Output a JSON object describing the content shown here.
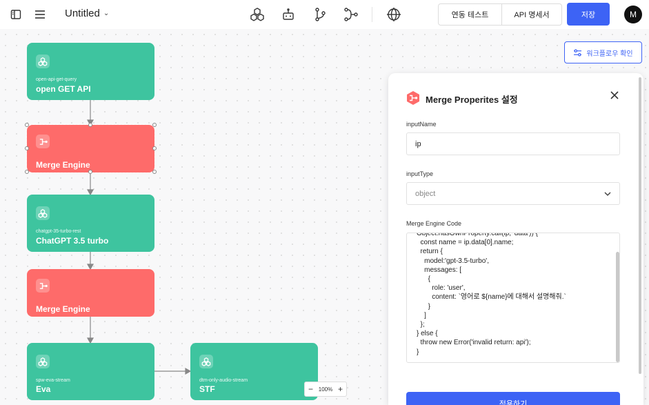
{
  "header": {
    "title": "Untitled",
    "test_button": "연동 테스트",
    "api_spec_button": "API 명세서",
    "save_button": "저장",
    "avatar_initial": "M"
  },
  "canvas": {
    "workflow_check": "워크플로우 확인",
    "zoom": "100%",
    "zoom_out": "−",
    "zoom_in": "+",
    "nodes": [
      {
        "sub": "open-api-get-query",
        "name": "open GET API"
      },
      {
        "sub": "",
        "name": "Merge Engine"
      },
      {
        "sub": "chatgpt-35-turbo-rest",
        "name": "ChatGPT 3.5 turbo"
      },
      {
        "sub": "",
        "name": "Merge Engine"
      },
      {
        "sub": "spw-eva-stream",
        "name": "Eva"
      },
      {
        "sub": "dtm-only-audio-stream",
        "name": "STF"
      }
    ]
  },
  "panel": {
    "title": "Merge Properites 설정",
    "input_name_label": "inputName",
    "input_name_value": "ip",
    "input_type_label": "inputType",
    "input_type_value": "object",
    "code_label": "Merge Engine Code",
    "code": "Object.hasOwnProperty.call(ip, 'data')) {\n  const name = ip.data[0].name;\n  return {\n    model:'gpt-3.5-turbo',\n    messages: [\n      {\n        role: 'user',\n        content: `영어로 ${name}에 대해서 설명해줘.`\n      }\n    ]\n  };\n} else {\n  throw new Error('invalid return: api');\n}",
    "apply_button": "적용하기"
  },
  "colors": {
    "green_node": "#3ec49f",
    "red_node": "#fe6b6a",
    "accent": "#3d63f5"
  }
}
